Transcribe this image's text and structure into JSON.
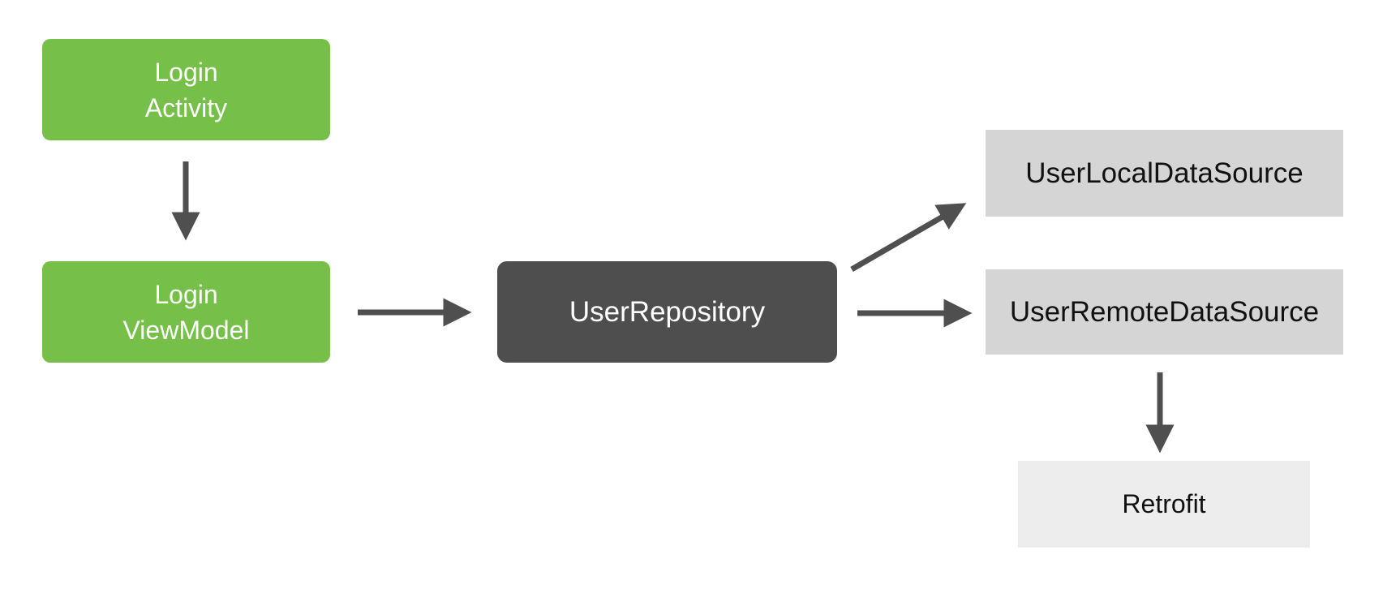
{
  "diagram": {
    "nodes": {
      "login_activity": {
        "line1": "Login",
        "line2": "Activity"
      },
      "login_viewmodel": {
        "line1": "Login",
        "line2": "ViewModel"
      },
      "user_repository": {
        "label": "UserRepository"
      },
      "user_local_datasource": {
        "label": "UserLocalDataSource"
      },
      "user_remote_datasource": {
        "label": "UserRemoteDataSource"
      },
      "retrofit": {
        "label": "Retrofit"
      }
    },
    "edges": [
      {
        "from": "login_activity",
        "to": "login_viewmodel",
        "direction": "down"
      },
      {
        "from": "login_viewmodel",
        "to": "user_repository",
        "direction": "right"
      },
      {
        "from": "user_repository",
        "to": "user_local_datasource",
        "direction": "up-right"
      },
      {
        "from": "user_repository",
        "to": "user_remote_datasource",
        "direction": "right"
      },
      {
        "from": "user_remote_datasource",
        "to": "retrofit",
        "direction": "down"
      }
    ],
    "colors": {
      "node_green": "#76C04A",
      "node_dark_gray": "#4E4E4E",
      "node_gray": "#D5D5D5",
      "node_light_gray": "#EDEDED",
      "arrow": "#4F4F4F",
      "text_on_color": "#FFFFFF",
      "text_on_gray": "#111111",
      "background": "#FFFFFF"
    }
  }
}
